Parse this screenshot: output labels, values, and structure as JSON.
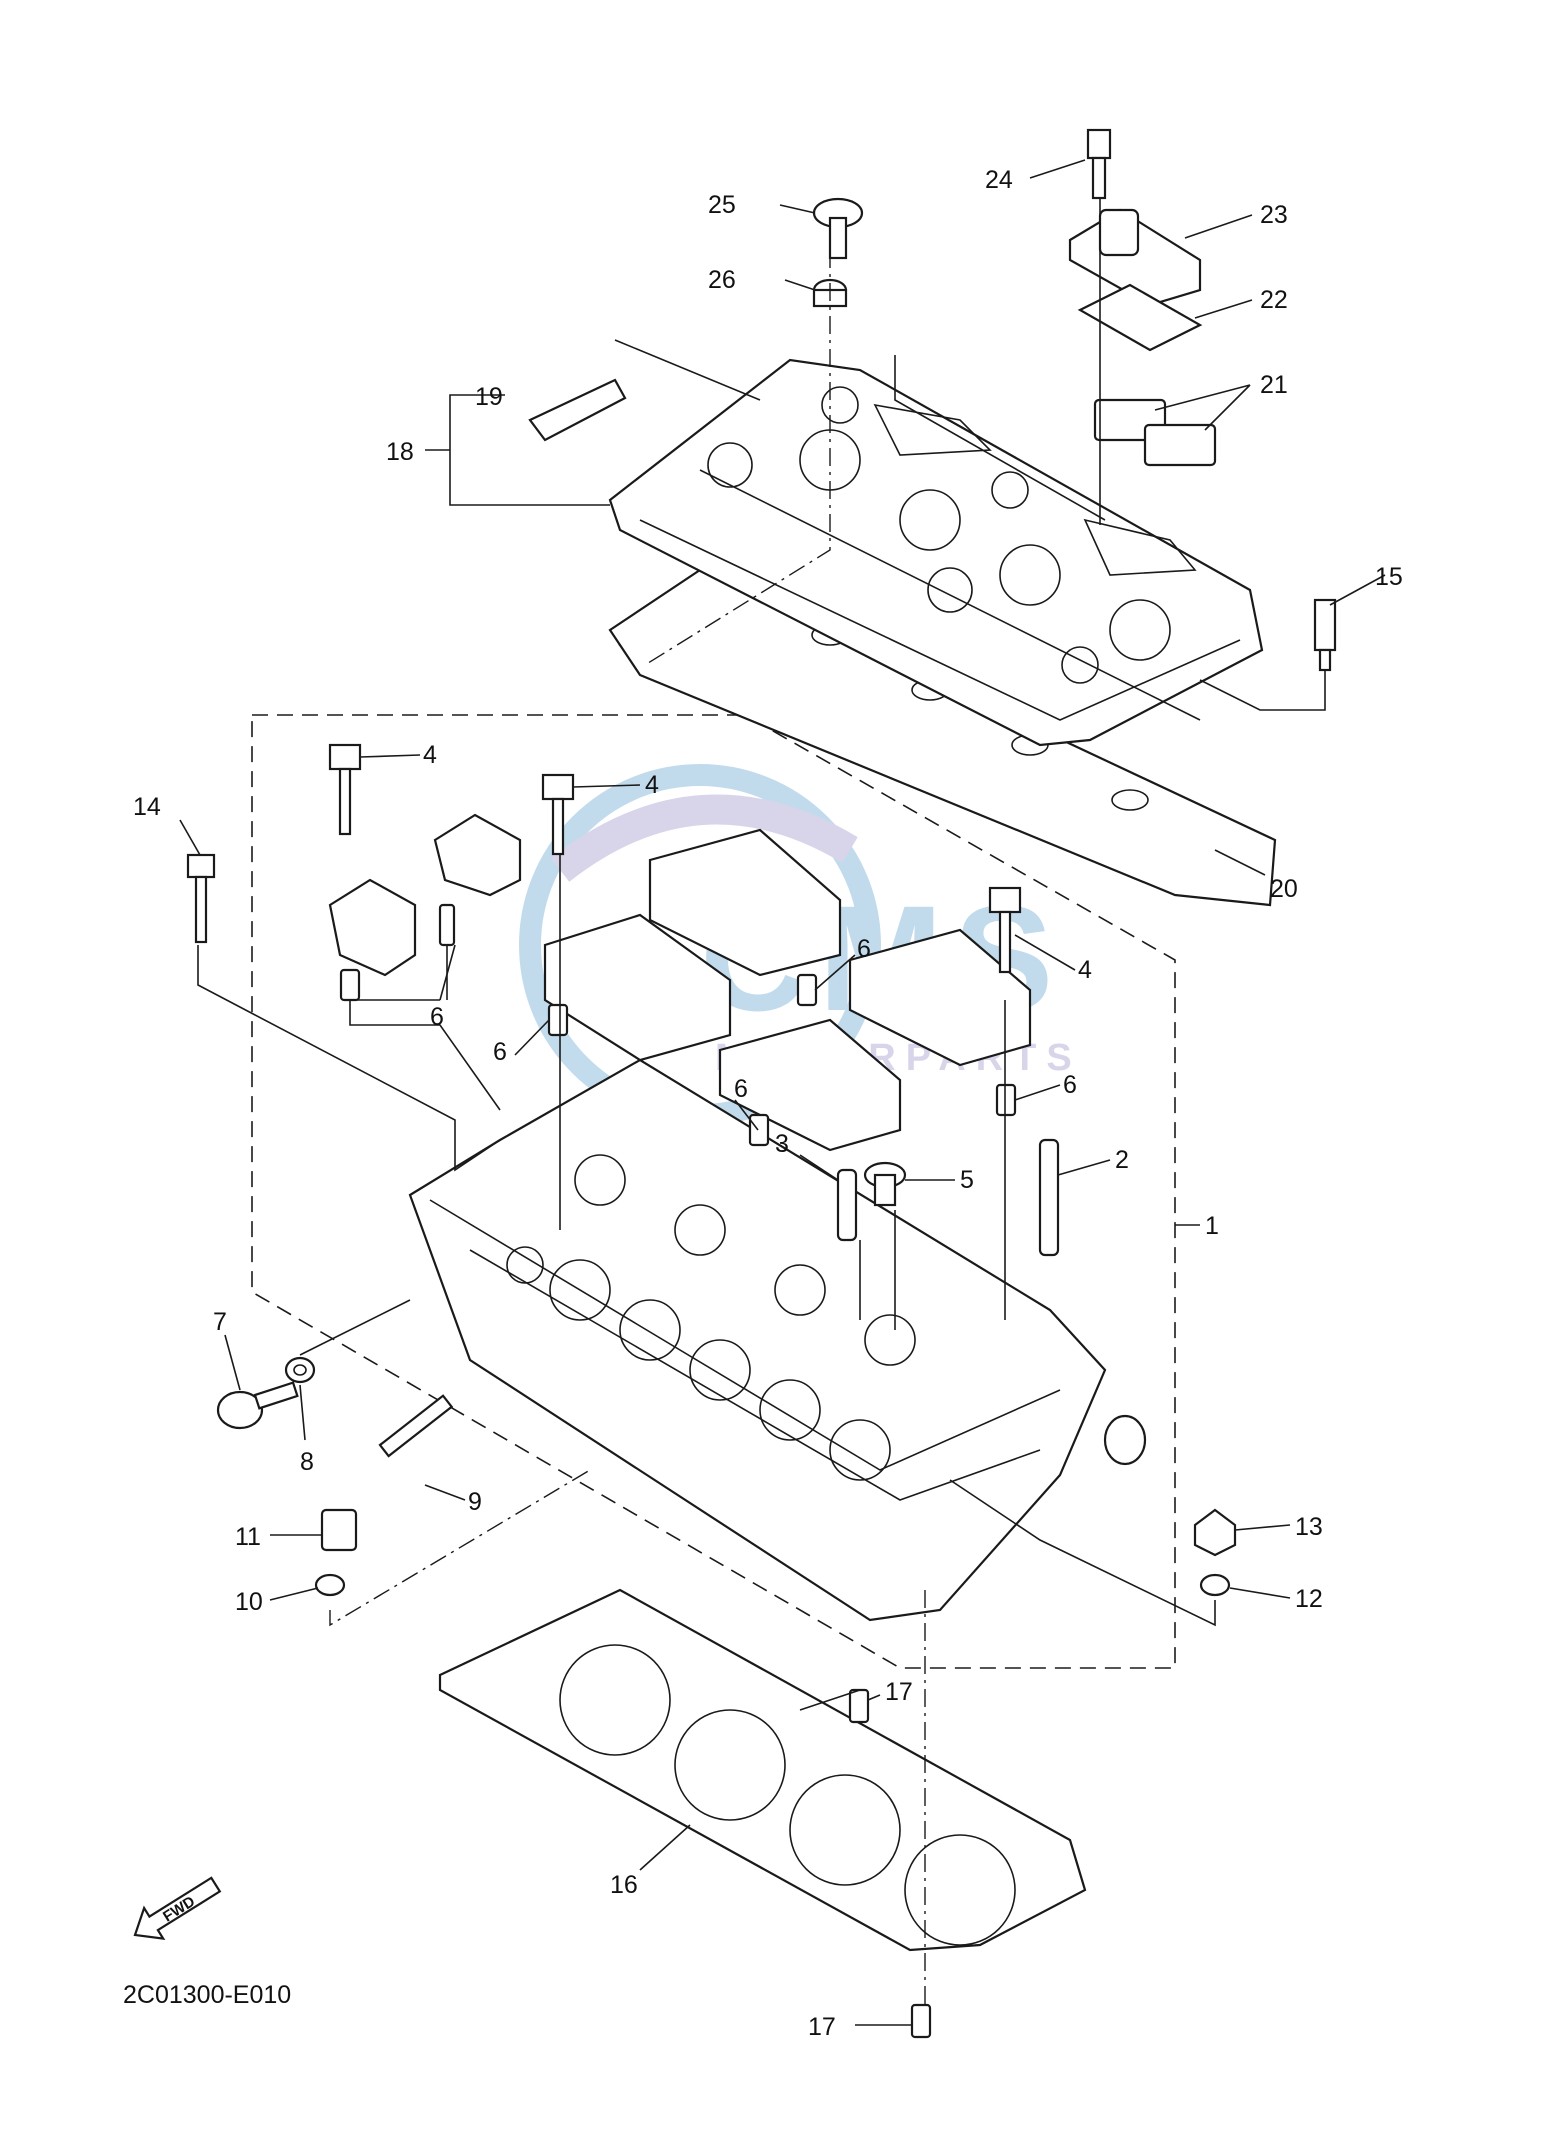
{
  "diagram_code": "2C01300-E010",
  "fwd_badge": "FWD",
  "watermark": {
    "brand": "CMS",
    "subtitle": "MOTORPARTS",
    "color_primary": "#8fbfe0",
    "color_secondary": "#b9b3d9"
  },
  "callouts": [
    {
      "id": "1",
      "text": "1"
    },
    {
      "id": "2",
      "text": "2"
    },
    {
      "id": "3",
      "text": "3"
    },
    {
      "id": "4a",
      "text": "4"
    },
    {
      "id": "4b",
      "text": "4"
    },
    {
      "id": "4c",
      "text": "4"
    },
    {
      "id": "5",
      "text": "5"
    },
    {
      "id": "6a",
      "text": "6"
    },
    {
      "id": "6b",
      "text": "6"
    },
    {
      "id": "6c",
      "text": "6"
    },
    {
      "id": "6d",
      "text": "6"
    },
    {
      "id": "6e",
      "text": "6"
    },
    {
      "id": "7",
      "text": "7"
    },
    {
      "id": "8",
      "text": "8"
    },
    {
      "id": "9",
      "text": "9"
    },
    {
      "id": "10",
      "text": "10"
    },
    {
      "id": "11",
      "text": "11"
    },
    {
      "id": "12",
      "text": "12"
    },
    {
      "id": "13",
      "text": "13"
    },
    {
      "id": "14",
      "text": "14"
    },
    {
      "id": "15",
      "text": "15"
    },
    {
      "id": "16",
      "text": "16"
    },
    {
      "id": "17a",
      "text": "17"
    },
    {
      "id": "17b",
      "text": "17"
    },
    {
      "id": "18",
      "text": "18"
    },
    {
      "id": "19",
      "text": "19"
    },
    {
      "id": "20",
      "text": "20"
    },
    {
      "id": "21",
      "text": "21"
    },
    {
      "id": "22",
      "text": "22"
    },
    {
      "id": "23",
      "text": "23"
    },
    {
      "id": "24",
      "text": "24"
    },
    {
      "id": "25",
      "text": "25"
    },
    {
      "id": "26",
      "text": "26"
    }
  ]
}
